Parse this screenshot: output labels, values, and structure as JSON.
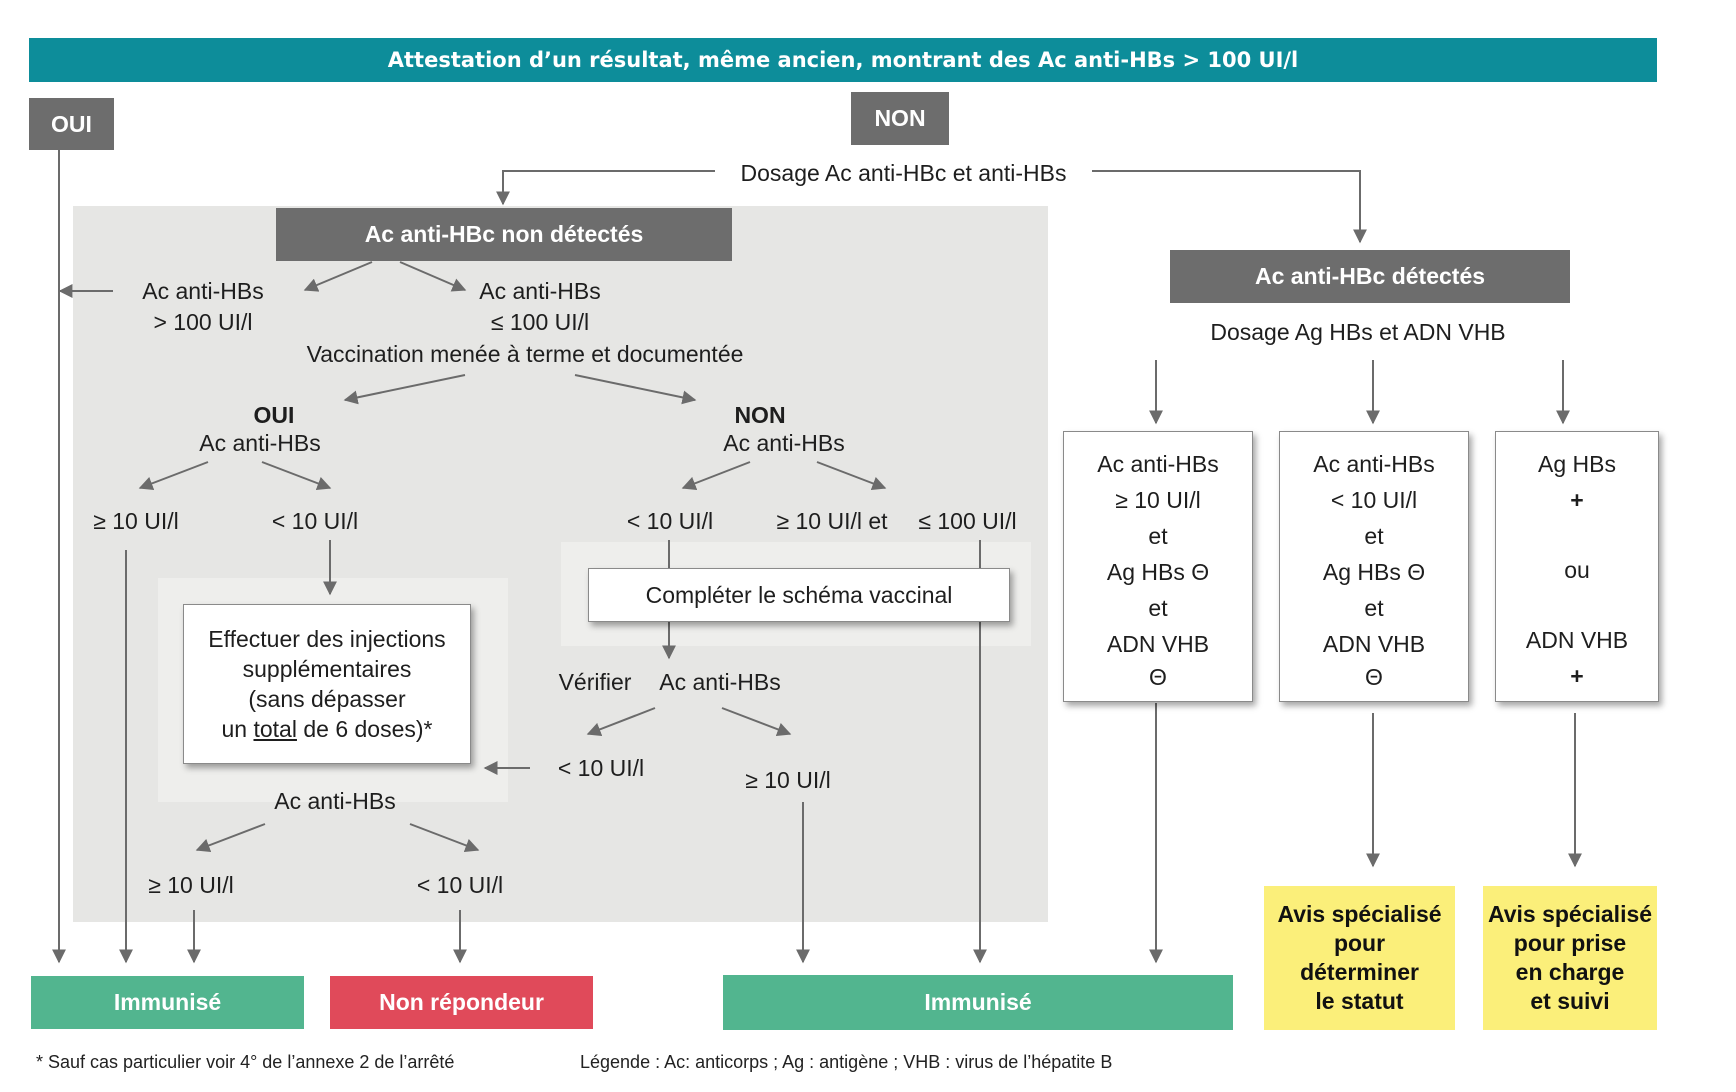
{
  "header": {
    "title": "Attestation d’un résultat, même ancien, montrant des Ac anti-HBs > 100 UI/l"
  },
  "top": {
    "oui": "OUI",
    "non": "NON",
    "dosage": "Dosage Ac anti-HBc et anti-HBs"
  },
  "left": {
    "title": "Ac anti-HBc non détectés",
    "gt100_a": "Ac  anti-HBs",
    "gt100_b": "> 100 UI/l",
    "le100_a": "Ac  anti-HBs",
    "le100_b": "≤ 100 UI/l",
    "vaccination": "Vaccination menée à terme et documentée",
    "oui": "OUI",
    "oui_ac": "Ac  anti-HBs",
    "oui_ge10": "≥ 10 UI/l",
    "oui_lt10": "< 10 UI/l",
    "non": "NON",
    "non_ac": "Ac  anti-HBs",
    "non_lt10": "< 10 UI/l",
    "non_ge10": "≥ 10 UI/l et",
    "non_le100": "≤ 100 UI/l",
    "injections_1": "Effectuer des injections",
    "injections_2": "supplémentaires",
    "injections_3": "(sans dépasser",
    "injections_4a": "un ",
    "injections_4b": "total",
    "injections_4c": " de 6 doses)*",
    "completer": "Compléter le schéma vaccinal",
    "verifier": "Vérifier",
    "verifier_ac": "Ac  anti-HBs",
    "verif_lt10": "< 10 UI/l",
    "verif_ge10": "≥ 10 UI/l",
    "after_ac": "Ac  anti-HBs",
    "after_ge10": "≥ 10 UI/l",
    "after_lt10": "< 10 UI/l"
  },
  "right": {
    "title": "Ac  anti-HBc détectés",
    "dosage": "Dosage Ag HBs et ADN VHB",
    "box1": [
      "Ac  anti-HBs",
      "≥ 10 UI/l",
      "et",
      "Ag HBs  Θ",
      "et",
      "ADN VHB",
      "Θ"
    ],
    "box2": [
      "Ac  anti-HBs",
      "< 10 UI/l",
      "et",
      "Ag HBs  Θ",
      "et",
      "ADN VHB",
      "Θ"
    ],
    "box3": [
      "Ag HBs",
      "+",
      "ou",
      "ADN VHB",
      "+"
    ]
  },
  "results": {
    "immunise_left": "Immunisé",
    "non_repondeur": "Non répondeur",
    "immunise_mid": "Immunisé",
    "avis1": [
      "Avis spécialisé",
      "pour",
      "déterminer",
      "le statut"
    ],
    "avis2": [
      "Avis spécialisé",
      "pour prise",
      "en charge",
      "et suivi"
    ]
  },
  "footer": {
    "note": "* Sauf cas particulier voir 4° de l’annexe 2 de l’arrêté",
    "legend": "Légende : Ac: anticorps ; Ag : antigène ; VHB : virus de l’hépatite B"
  },
  "colors": {
    "teal": "#0d8d9a",
    "dark_grey": "#6d6d6d",
    "green": "#52b58f",
    "red": "#e04a5a",
    "yellow": "#fbef7a"
  }
}
